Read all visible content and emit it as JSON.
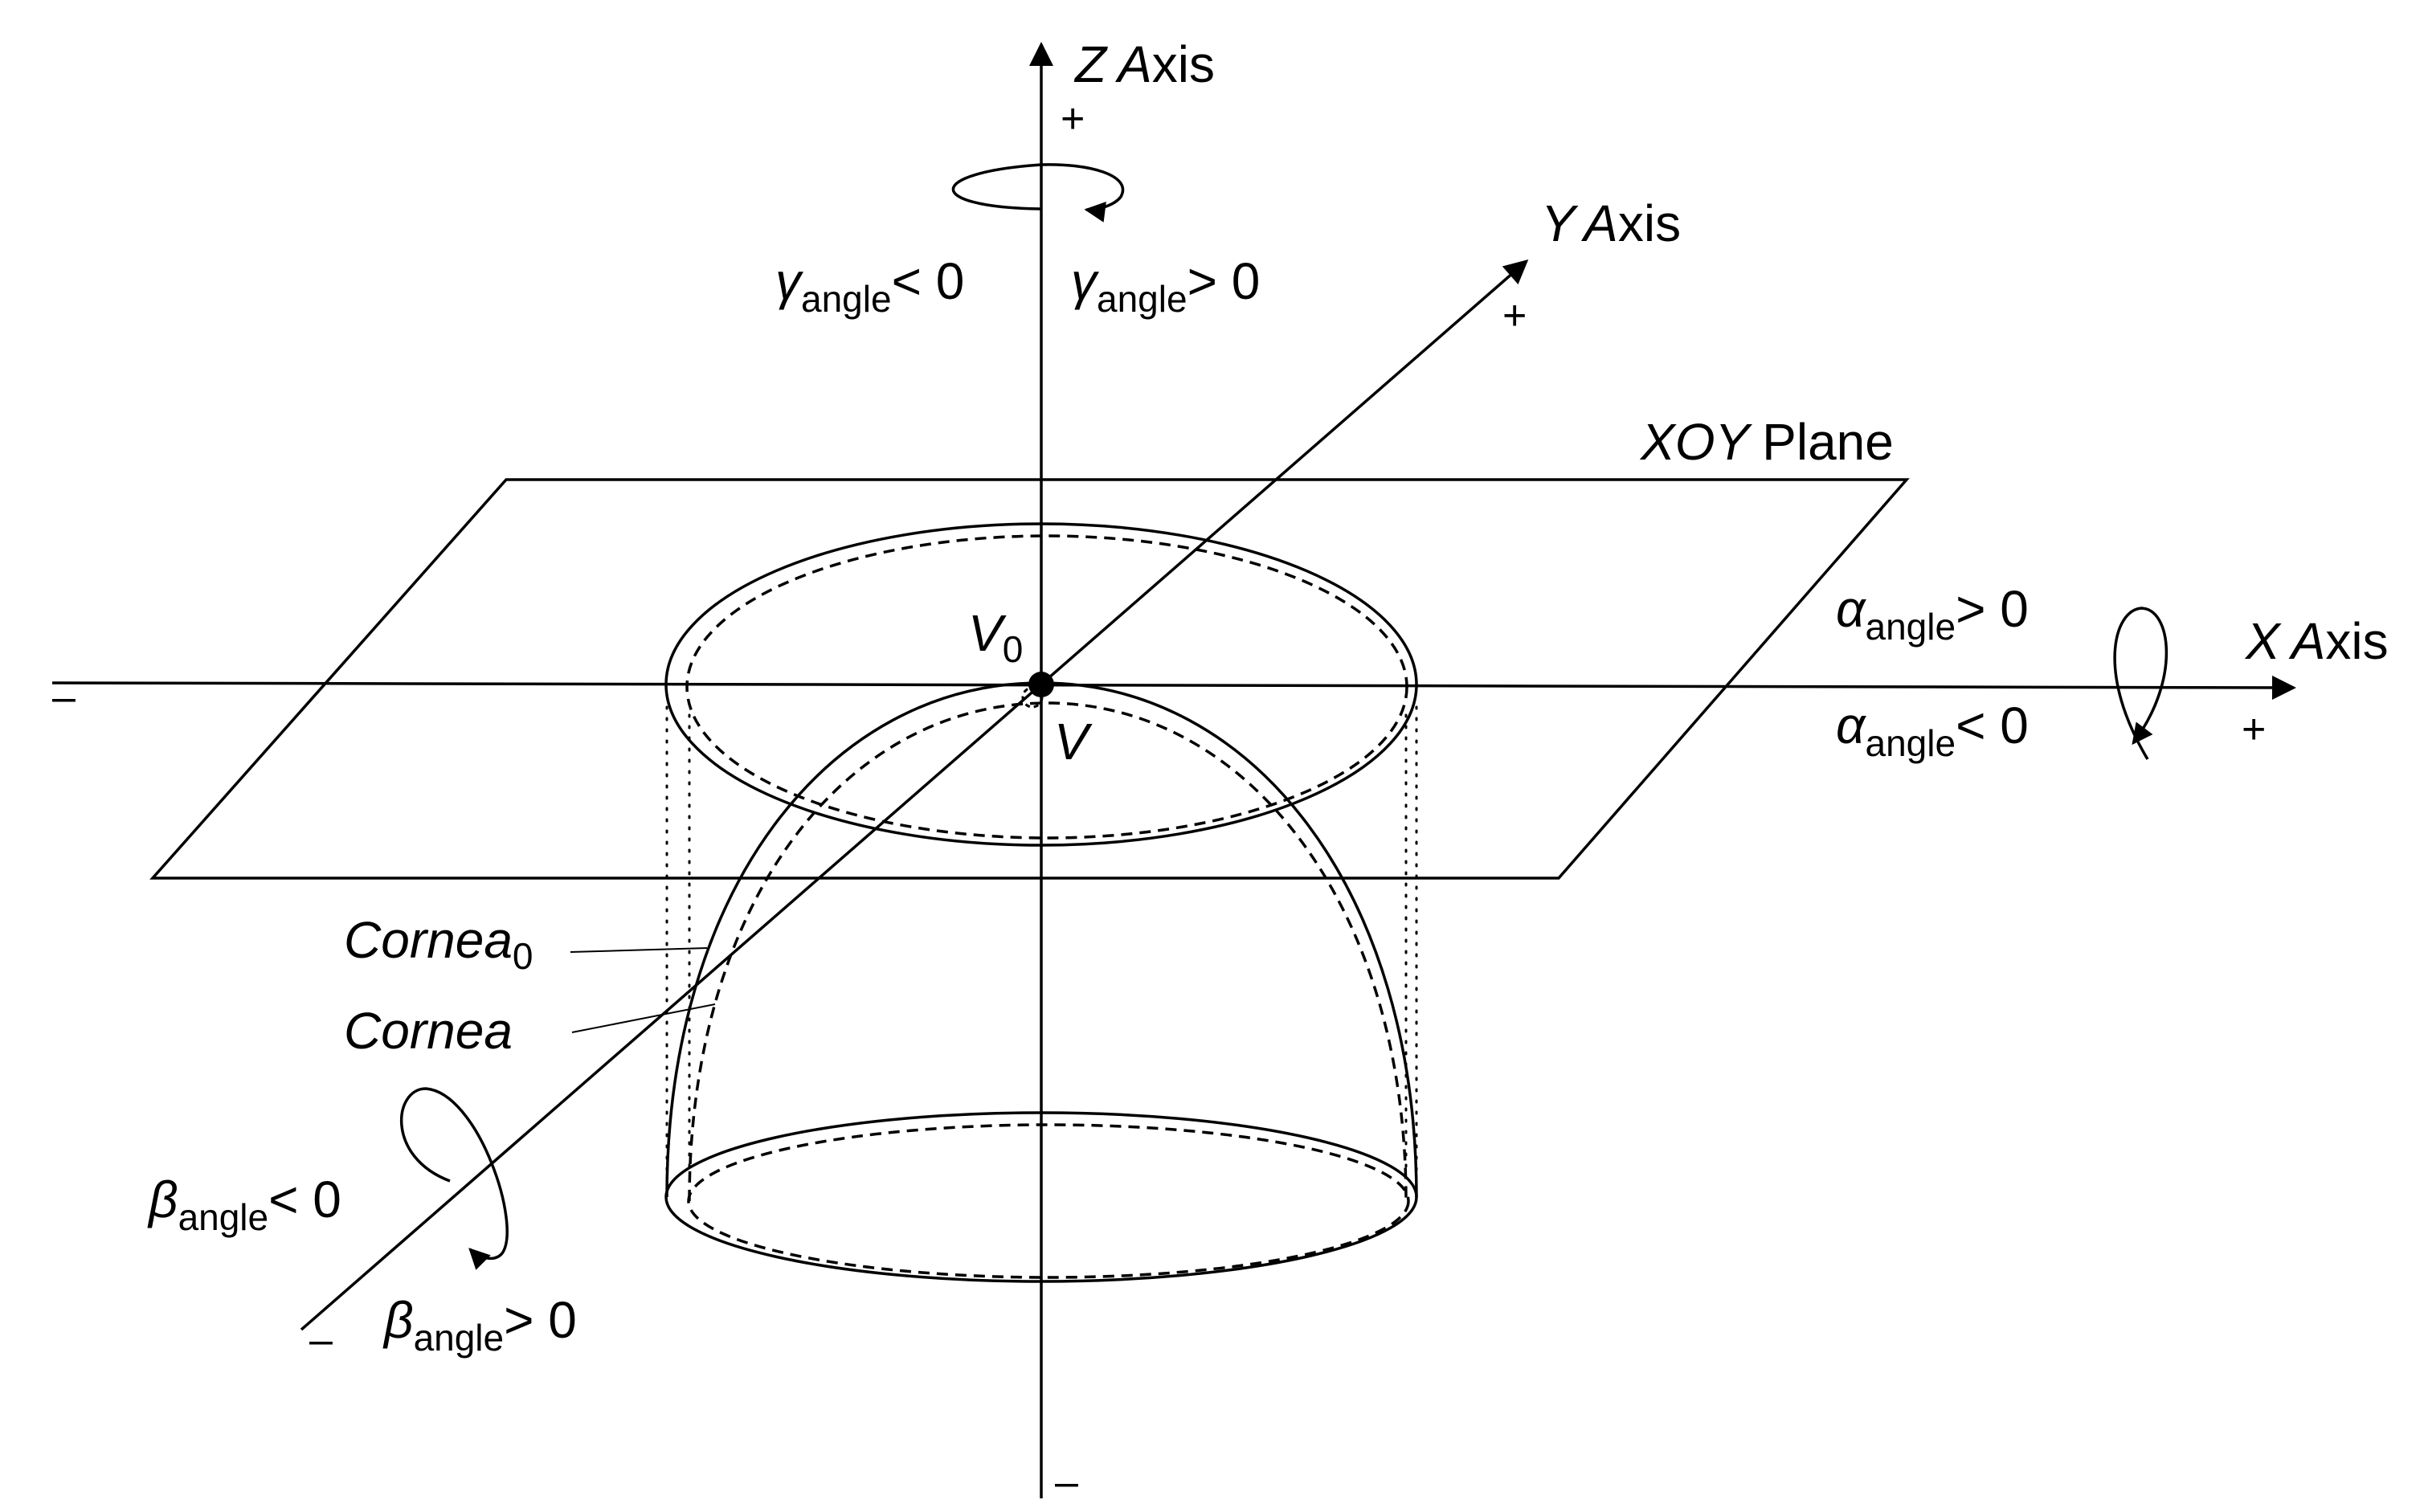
{
  "axes": {
    "z": {
      "name": "Z",
      "suffix": "Axis",
      "plus": "+",
      "minus": "–"
    },
    "y": {
      "name": "Y",
      "suffix": "Axis",
      "plus": "+"
    },
    "x": {
      "name": "X",
      "suffix": "Axis",
      "plus": "+",
      "minus": "–"
    },
    "beta_axis_minus": "–"
  },
  "plane": {
    "name": "XOY",
    "suffix": "Plane"
  },
  "points": {
    "v0": {
      "letter": "V",
      "subscript": "0"
    },
    "v": {
      "letter": "V"
    }
  },
  "curves": {
    "cornea0": {
      "name": "Cornea",
      "subscript": "0"
    },
    "cornea": {
      "name": "Cornea"
    }
  },
  "rotations": {
    "gamma_neg": {
      "symbol": "γ",
      "subscript": "angle",
      "relation": "< 0"
    },
    "gamma_pos": {
      "symbol": "γ",
      "subscript": "angle",
      "relation": "> 0"
    },
    "alpha_pos": {
      "symbol": "α",
      "subscript": "angle",
      "relation": "> 0"
    },
    "alpha_neg": {
      "symbol": "α",
      "subscript": "angle",
      "relation": "< 0"
    },
    "beta_neg": {
      "symbol": "β",
      "subscript": "angle",
      "relation": "< 0"
    },
    "beta_pos": {
      "symbol": "β",
      "subscript": "angle",
      "relation": "> 0"
    }
  }
}
